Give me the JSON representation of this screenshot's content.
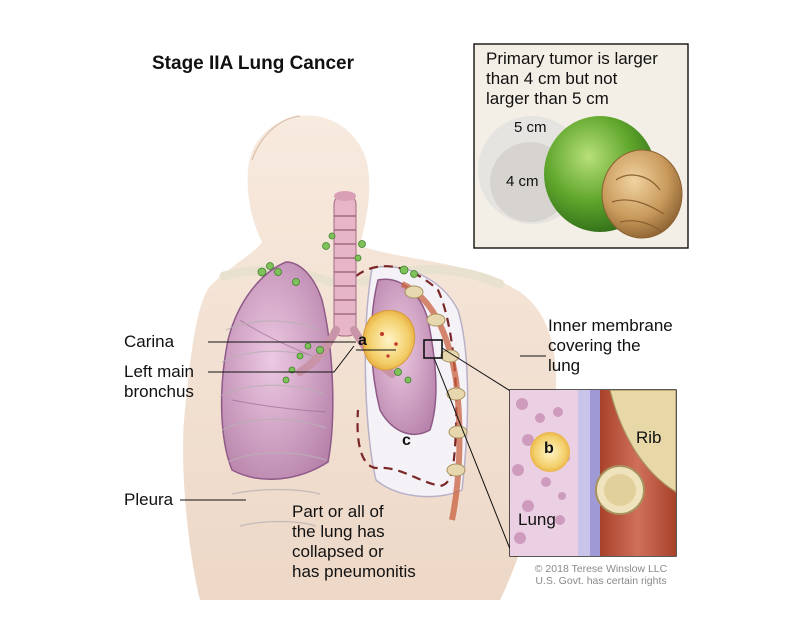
{
  "title": "Stage IIA Lung Cancer",
  "inset": {
    "caption_lines": [
      "Primary tumor is larger",
      "than 4 cm but not",
      "larger than 5 cm"
    ],
    "size_5cm": "5 cm",
    "size_4cm": "4 cm"
  },
  "labels": {
    "carina": "Carina",
    "left_main_bronchus": [
      "Left main",
      "bronchus"
    ],
    "pleura": "Pleura",
    "collapsed": [
      "Part or all of",
      "the lung has",
      "collapsed or",
      "has pneumonitis"
    ],
    "inner_membrane": [
      "Inner membrane",
      "covering the",
      "lung"
    ],
    "rib": "Rib",
    "lung": "Lung"
  },
  "letters": {
    "a": "a",
    "b": "b",
    "c": "c"
  },
  "copyright": [
    "© 2018 Terese Winslow LLC",
    "U.S. Govt. has certain rights"
  ],
  "colors": {
    "lung_pink": "#d9a8cc",
    "skin": "#efd9c7",
    "tumor": "#f6dc86",
    "lymph": "#7fc25a",
    "rib": "#e7d7ae",
    "muscle": "#c9603f",
    "lime": "#6fb638",
    "walnut": "#c9a066"
  }
}
